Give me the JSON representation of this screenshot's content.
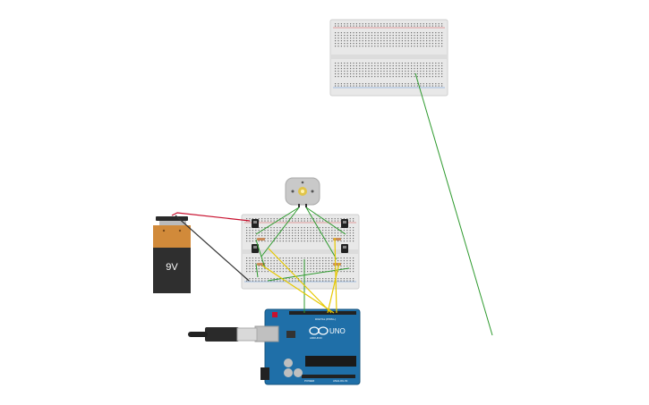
{
  "canvas": {
    "background": "#ffffff"
  },
  "components": {
    "battery": {
      "voltage_label": "9V",
      "icon": "battery-9v-icon"
    },
    "breadboard_top": {
      "icon": "breadboard-icon"
    },
    "breadboard_main": {
      "icon": "breadboard-icon"
    },
    "motor": {
      "icon": "dc-motor-icon"
    },
    "arduino": {
      "brand": "UNO",
      "icon": "arduino-uno-icon",
      "small_labels": [
        "DIGITAL (PWM~)",
        "ANALOG IN",
        "POWER",
        "ARDUINO"
      ]
    },
    "usb_cable": {
      "icon": "usb-cable-icon"
    },
    "transistors": {
      "count": 4,
      "icon": "transistor-icon"
    },
    "resistors": {
      "count": 4,
      "icon": "resistor-icon"
    }
  },
  "wire_colors": {
    "red": "#c8102e",
    "black": "#333333",
    "green": "#2e9a2e",
    "yellow": "#e6c800"
  },
  "colors": {
    "breadboard": "#e8e8e8",
    "breadboard_rail_red": "#d9534f",
    "breadboard_rail_blue": "#5b8fd6",
    "arduino_blue": "#1f6fa8",
    "battery_orange": "#d18a3a",
    "battery_dark": "#2f2f2f"
  }
}
